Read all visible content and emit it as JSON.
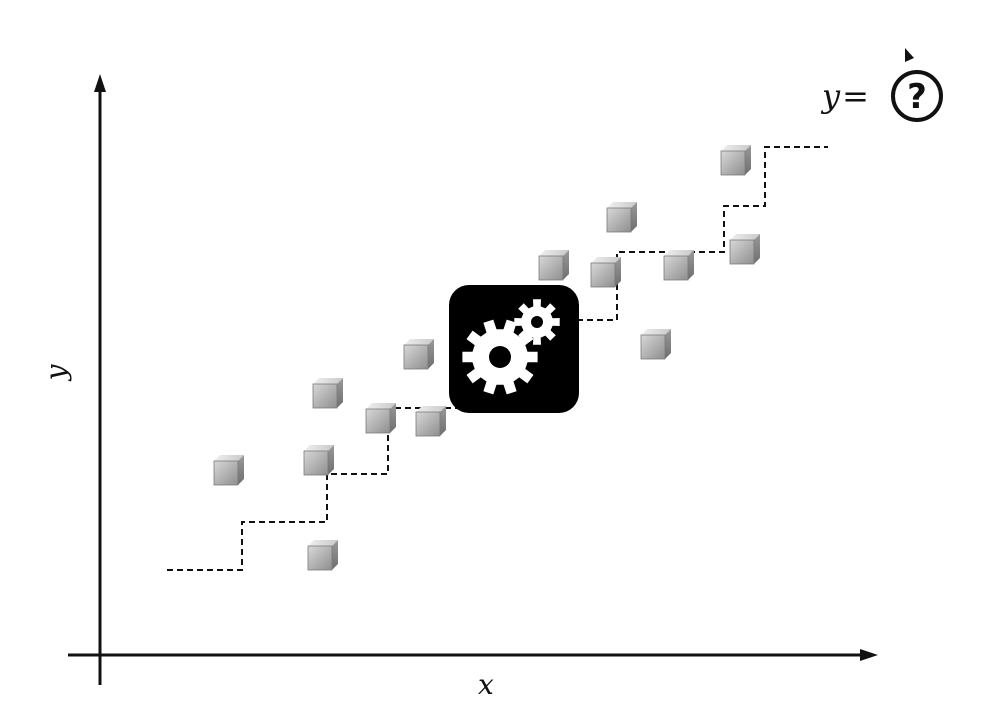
{
  "axes": {
    "x_label": "x",
    "y_label": "y"
  },
  "formula": {
    "lhs": "y",
    "equals": "=",
    "unknown_icon": "question-mark-circle-icon"
  },
  "model_icon": "gears-icon",
  "point_icon": "cube-icon",
  "colors": {
    "axis": "#111111",
    "model_box": "#000000",
    "gear": "#ffffff",
    "cube_face": "#a9a9a9",
    "dashed_line": "#111111"
  }
}
